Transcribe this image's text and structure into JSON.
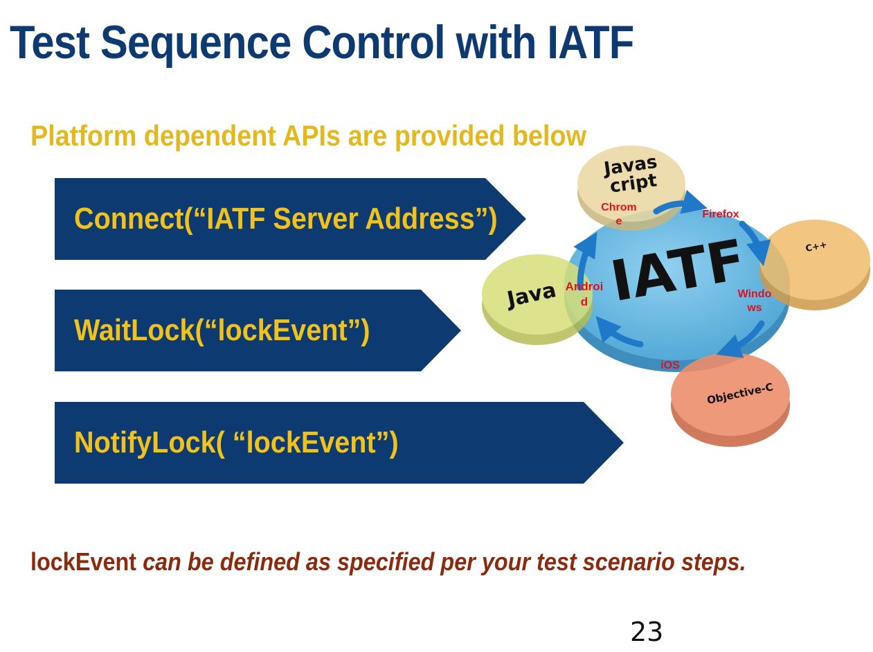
{
  "slide": {
    "title": "Test Sequence Control with IATF",
    "subtitle": "Platform dependent APIs are provided below",
    "steps": [
      "Connect(“IATF Server Address”)",
      "WaitLock(“lockEvent”)",
      "NotifyLock( “lockEvent”)"
    ],
    "note_keyword": "lockEvent",
    "note_text": " can be defined as specified per your test scenario steps.",
    "page_number": "23"
  },
  "diagram": {
    "center_label": "IATF",
    "languages": {
      "javascript_line1": "Javas",
      "javascript_line2": "cript",
      "cpp": "C++",
      "java": "Java",
      "objective_c": "Objective-C"
    },
    "platforms": {
      "chrome_line1": "Chrom",
      "chrome_line2": "e",
      "firefox": "Firefox",
      "android_line1": "Androi",
      "android_line2": "d",
      "windows_line1": "Windo",
      "windows_line2": "ws",
      "ios": "iOS"
    },
    "colors": {
      "center": "#62b4de",
      "javascript": "#ead8a0",
      "cpp": "#f0bc6a",
      "java": "#d6df78",
      "objective_c": "#ec8e6c",
      "platform_text": "#e01020",
      "cycle_arrows": "#1f78c8"
    }
  }
}
